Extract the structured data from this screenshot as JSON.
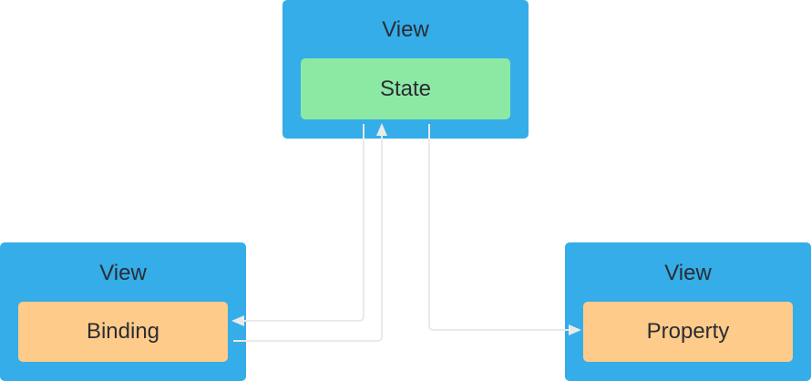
{
  "top_view": {
    "title": "View",
    "inner_label": "State"
  },
  "left_view": {
    "title": "View",
    "inner_label": "Binding"
  },
  "right_view": {
    "title": "View",
    "inner_label": "Property"
  },
  "colors": {
    "view_background": "#34ade8",
    "state_background": "#8ce9a3",
    "binding_background": "#ffcb8a",
    "property_background": "#ffcb8a",
    "connector": "#e9eaec"
  }
}
